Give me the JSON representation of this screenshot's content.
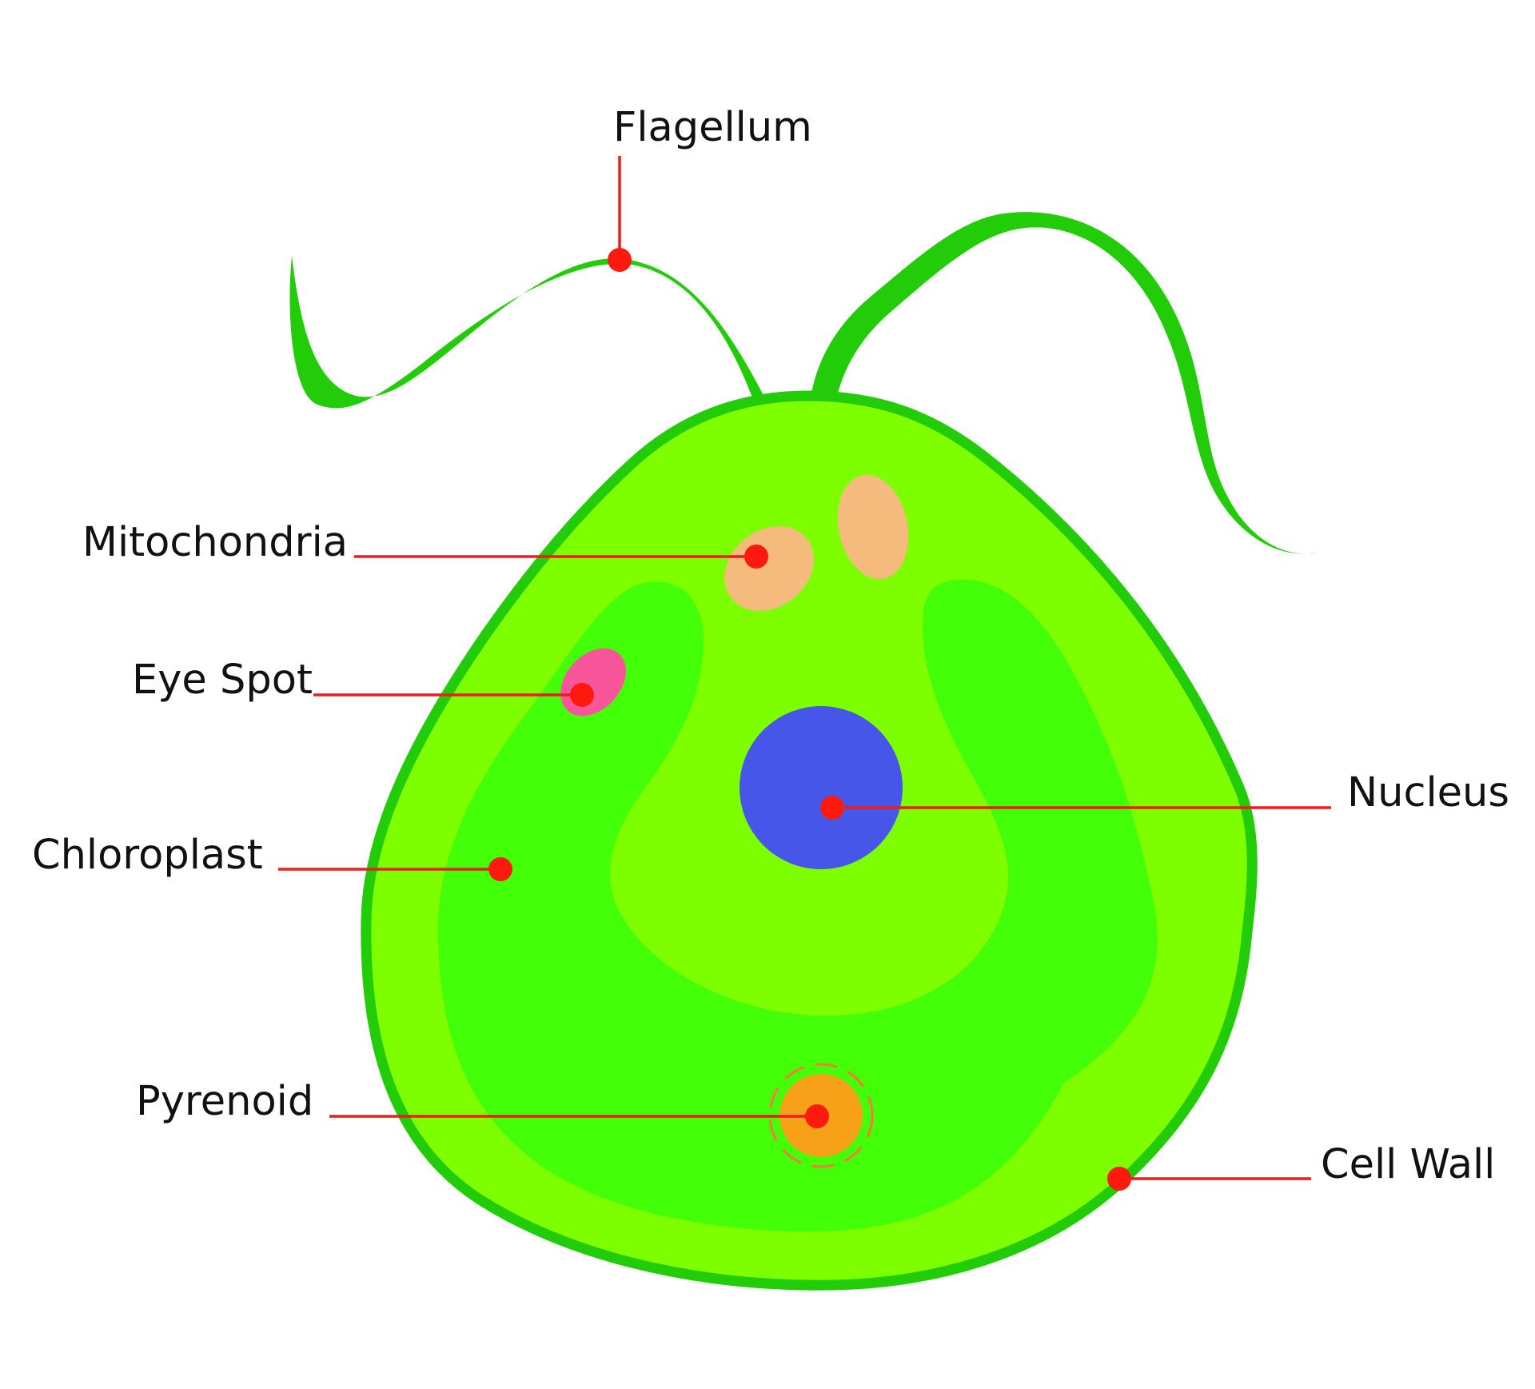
{
  "labels": {
    "flagellum": "Flagellum",
    "mitochondria": "Mitochondria",
    "eye_spot": "Eye Spot",
    "nucleus": "Nucleus",
    "chloroplast": "Chloroplast",
    "pyrenoid": "Pyrenoid",
    "cell_wall": "Cell Wall"
  },
  "colors": {
    "cell_wall": "#22cc08",
    "cytoplasm": "#7dff00",
    "chloroplast": "#43ff08",
    "flagellum": "#22cc08",
    "mitochondria": "#f4bb7c",
    "eye_spot": "#f9559a",
    "nucleus": "#4656e8",
    "pyrenoid": "#f6a117",
    "pyrenoid_halo": "#f57c38",
    "leader_line": "#ee1c1c",
    "marker_dot": "#ff1a0f"
  },
  "icons": {
    "marker": "red-dot"
  }
}
